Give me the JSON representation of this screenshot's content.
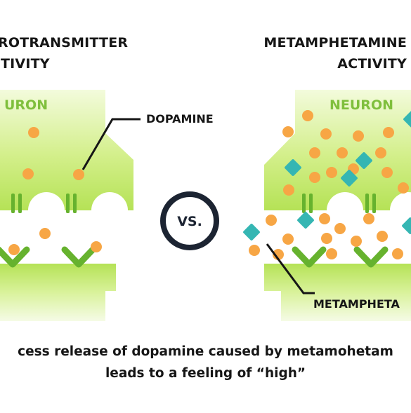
{
  "left_panel": {
    "title_lines": [
      "ROTRANSMITTER",
      "TIVITY"
    ],
    "neuron_label": "URON",
    "dopamine_label": "DOPAMINE"
  },
  "right_panel": {
    "title_lines": [
      "METAMPHETAMINE",
      "ACTIVITY"
    ],
    "neuron_label": "NEURON",
    "meth_label": "METAMPHETA"
  },
  "vs_label": "VS.",
  "caption_lines": [
    "cess release of dopamine caused by metamohetam",
    "leads to a feeling of “high”"
  ],
  "colors": {
    "neuron_green_light": "#e9f7c3",
    "neuron_green": "#b5e256",
    "neuron_green_dark": "#7fbf3c",
    "receptor_green": "#66b22e",
    "dopamine_orange": "#f7a645",
    "meth_teal": "#35b6b3",
    "text_dark": "#161616",
    "vs_ring": "#1c2432"
  },
  "icons": [
    "dopamine-dot-icon",
    "metamphetamine-diamond-icon",
    "receptor-chevron-icon"
  ]
}
